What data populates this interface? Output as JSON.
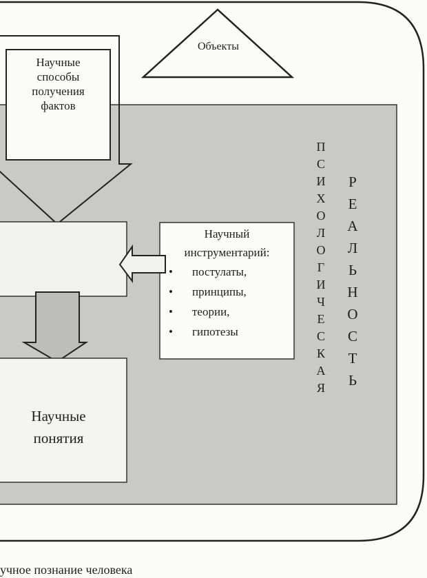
{
  "objects_label": "Объекты",
  "fact_methods": [
    "Научные",
    "способы",
    "получения",
    "фактов"
  ],
  "instruments": {
    "title_lines": [
      "Научный",
      "инструментарий:"
    ],
    "items": [
      "постулаты,",
      "принципы,",
      "теории,",
      "гипотезы"
    ]
  },
  "concepts": [
    "Научные",
    "понятия"
  ],
  "vertical_left": "ПСИХОЛОГИЧЕСКАЯ",
  "vertical_right": "РЕАЛЬНОСТЬ",
  "caption": "учное познание человека"
}
